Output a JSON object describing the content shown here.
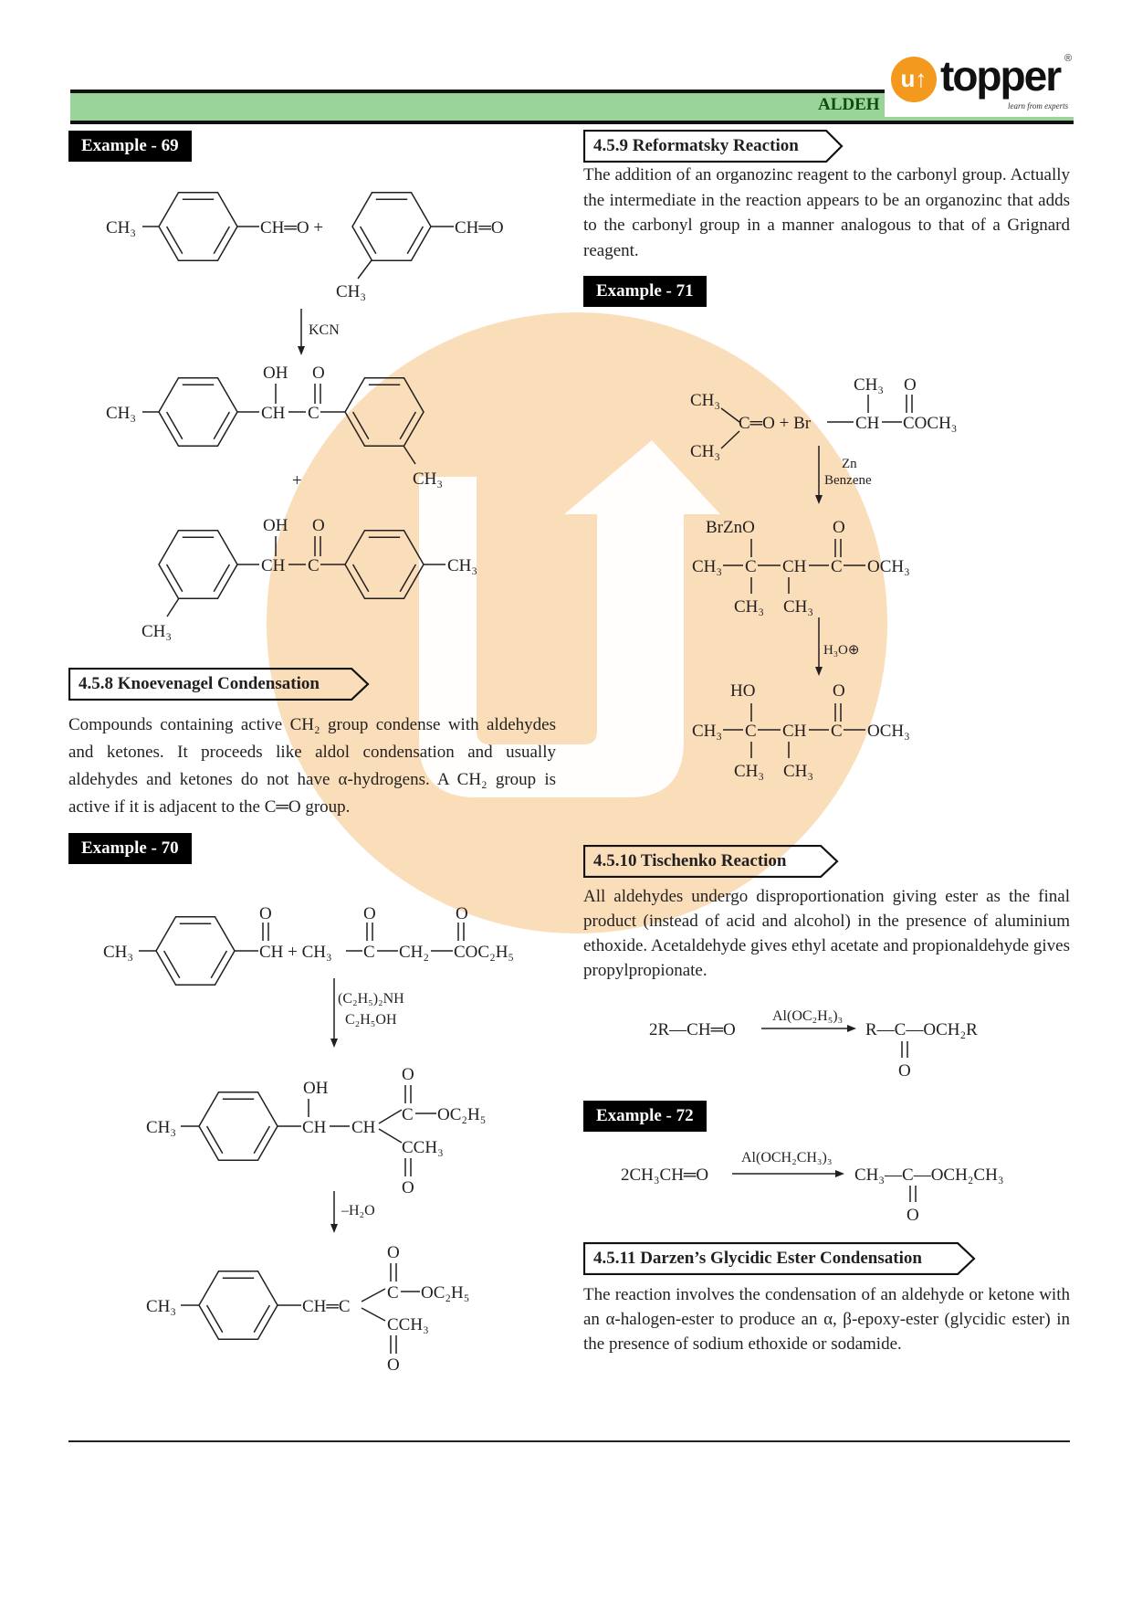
{
  "header": {
    "section_title": "ALDEH",
    "brand": "topper",
    "brand_mark": "u↑",
    "tagline": "learn from experts",
    "registered": "®"
  },
  "examples": {
    "ex69": "Example - 69",
    "ex70": "Example - 70",
    "ex71": "Example - 71",
    "ex72": "Example - 72"
  },
  "sections": {
    "reformatsky": {
      "heading": "4.5.9 Reformatsky Reaction",
      "text": "The addition of an organozinc reagent to the carbonyl group. Actually the intermediate in the reaction appears to be an organozinc that adds to the carbonyl group in a manner analogous to that of a Grignard reagent."
    },
    "knoevenagel": {
      "heading": "4.5.8 Knoevenagel Condensation",
      "text": "Compounds containing active CH₂ group condense with aldehydes and ketones. It proceeds like aldol condensation and usually aldehydes and ketones do not have α-hydrogens. A CH₂ group is active if it is adjacent to the C═O group."
    },
    "tischenko": {
      "heading": "4.5.10 Tischenko Reaction",
      "text": "All aldehydes undergo disproportionation giving ester as the final product (instead of acid and alcohol) in the presence of aluminium ethoxide. Acetaldehyde gives ethyl acetate and propionaldehyde gives propylpropionate."
    },
    "darzen": {
      "heading": "4.5.11 Darzen’s Glycidic Ester Condensation",
      "text": "The reaction involves the condensation of an aldehyde or ketone with an α-halogen-ester to produce an α, β-epoxy-ester (glycidic ester) in the presence of sodium ethoxide or sodamide."
    }
  },
  "chem": {
    "ex69": [
      "CH₃",
      "CH═O +",
      "CH═O",
      "CH₃",
      "KCN",
      "CH₃",
      "OH",
      "O",
      "CH",
      "C",
      "CH₃",
      "+",
      "OH",
      "O",
      "CH",
      "C",
      "CH₃",
      "CH₃"
    ],
    "ex71": [
      "CH₃",
      "CH₃",
      "C═O + Br",
      "CH₃",
      "O",
      "CH",
      "COCH₃",
      "Zn",
      "Benzene",
      "BrZnO",
      "O",
      "CH₃",
      "C",
      "CH",
      "C",
      "OCH₃",
      "CH₃",
      "CH₃",
      "H₃O⊕",
      "HO",
      "O",
      "CH₃",
      "C",
      "CH",
      "C",
      "OCH₃",
      "CH₃",
      "CH₃"
    ],
    "ex70": [
      "CH₃",
      "O",
      "O",
      "O",
      "CH + CH₃",
      "C",
      "CH₂",
      "COC₂H₅",
      "(C₂H₅)₂NH",
      "C₂H₅OH",
      "CH₃",
      "OH",
      "CH",
      "CH",
      "O",
      "C",
      "OC₂H₅",
      "CCH₃",
      "O",
      "–H₂O",
      "CH₃",
      "CH═C",
      "O",
      "C",
      "OC₂H₅",
      "CCH₃",
      "O"
    ],
    "tischenko_eq": [
      "2R—CH═O",
      "Al(OC₂H₅)₃",
      "R—C—OCH₂R",
      "O"
    ],
    "ex72_eq": [
      "2CH₃CH═O",
      "Al(OCH₂CH₃)₃",
      "CH₃—C—OCH₂CH₃",
      "O"
    ]
  },
  "colors": {
    "header_green": "#9ad49a",
    "watermark": "#f9d7ad",
    "logo_orange": "#f39a1e"
  }
}
